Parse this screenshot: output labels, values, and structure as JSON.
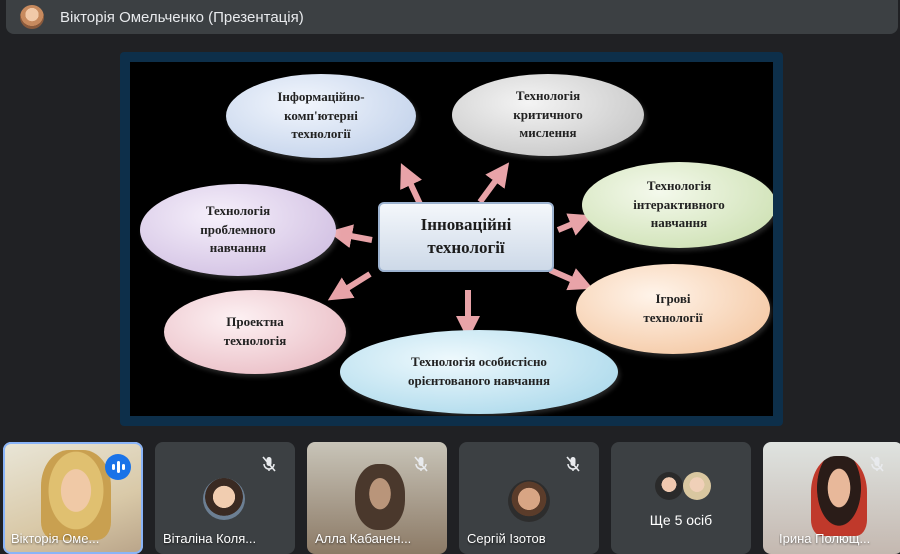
{
  "presenter": {
    "name": "Вікторія Омельченко (Презентація)"
  },
  "slide": {
    "center": [
      "Інноваційні",
      "технології"
    ],
    "bubbles": [
      {
        "lines": [
          "Інформаційно-",
          "комп'ютерні",
          "технології"
        ]
      },
      {
        "lines": [
          "Технологія",
          "критичного",
          "мислення"
        ]
      },
      {
        "lines": [
          "Технологія",
          "проблемного",
          "навчання"
        ]
      },
      {
        "lines": [
          "Технологія",
          "інтерактивного",
          "навчання"
        ]
      },
      {
        "lines": [
          "Проектна",
          "технологія"
        ]
      },
      {
        "lines": [
          "Ігрові",
          "технології"
        ]
      },
      {
        "lines": [
          "Технологія особистісно",
          "орієнтованого навчання"
        ]
      }
    ],
    "colors": {
      "arrow": "#e8a3a8",
      "background": "#000000",
      "frame": "#0d2f4a"
    }
  },
  "participants": [
    {
      "name": "Вікторія Оме...",
      "speaking": true
    },
    {
      "name": "Віталіна Коля...",
      "muted": true
    },
    {
      "name": "Алла Кабанен...",
      "muted": true
    },
    {
      "name": "Сергій Ізотов",
      "muted": true
    },
    {
      "label": "Ще 5 осіб"
    },
    {
      "name": "Ірина Полющ...",
      "muted": true
    }
  ],
  "colors": {
    "tile_bg": "#3c4043",
    "active_outline": "#8ab4f8",
    "speaking_badge": "#1a73e8"
  }
}
